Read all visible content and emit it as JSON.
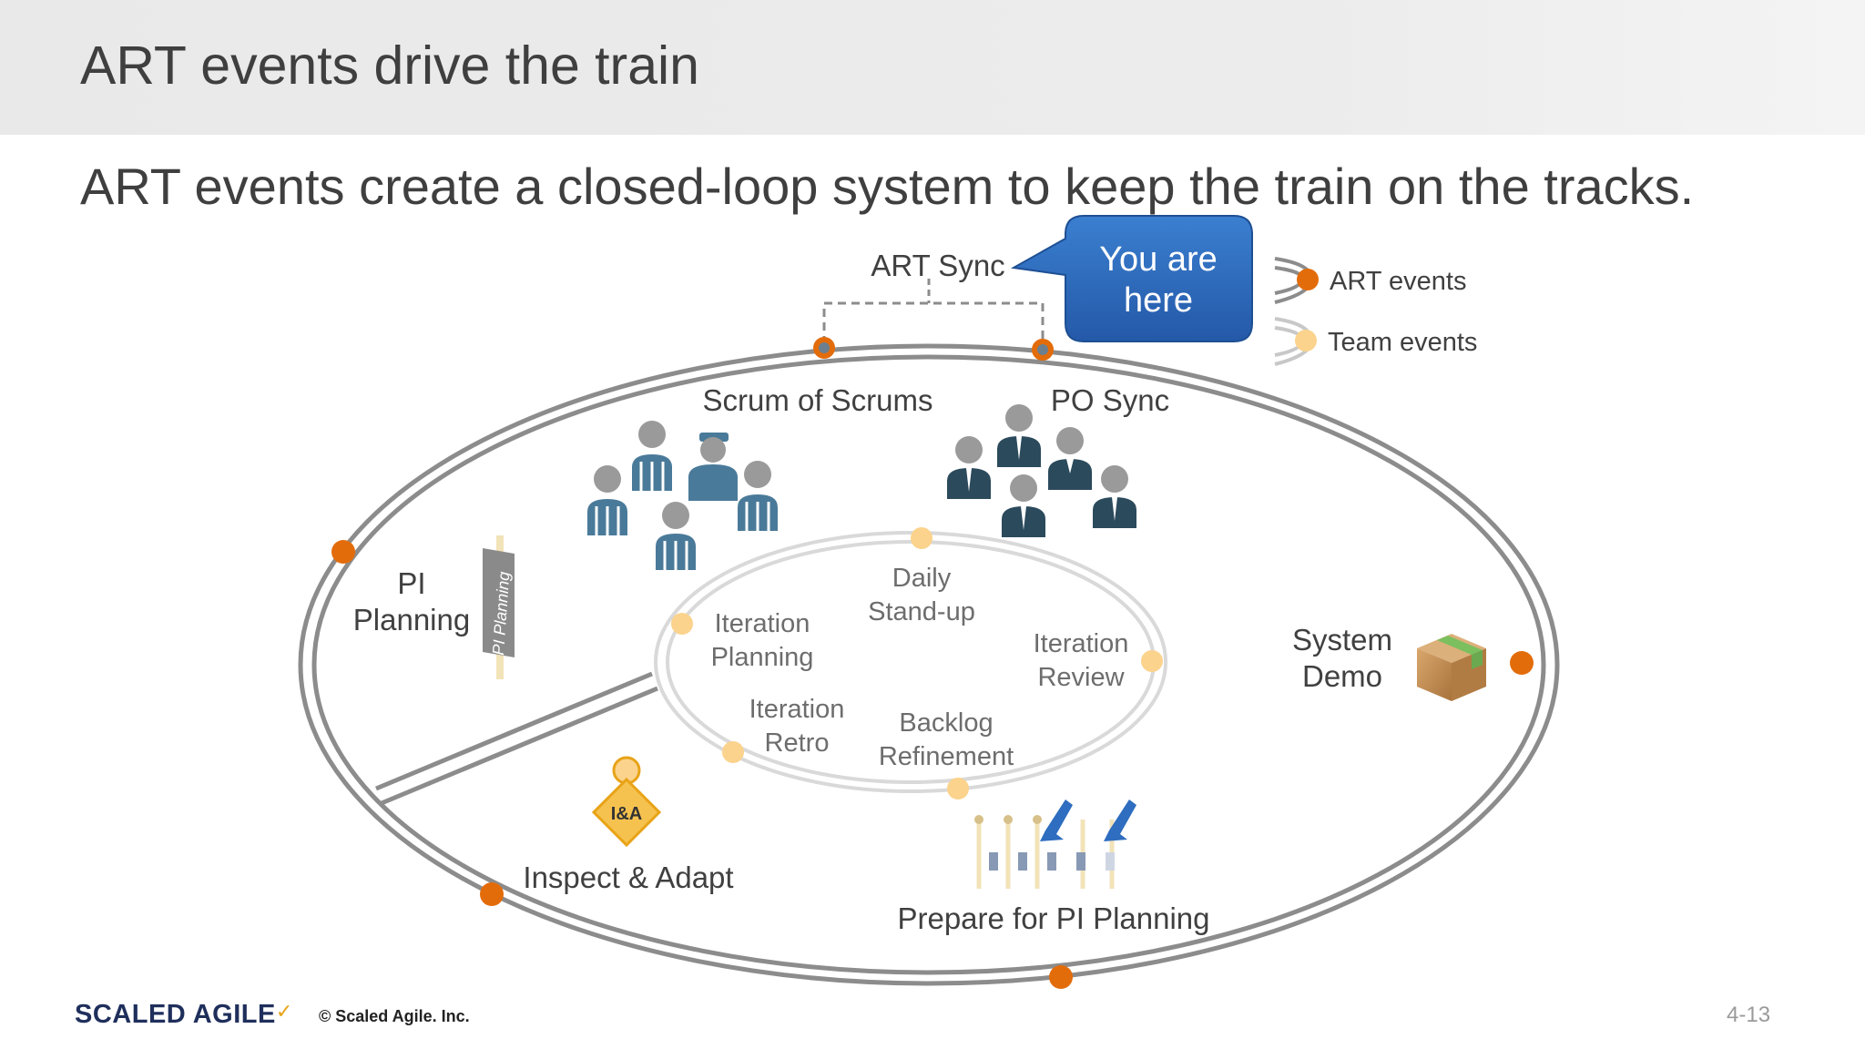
{
  "slide": {
    "title": "ART events drive the train",
    "subtitle": "ART events create a closed-loop system to keep the train on the tracks."
  },
  "callout": {
    "line1": "You are",
    "line2": "here"
  },
  "legend": {
    "art_events": "ART events",
    "team_events": "Team events"
  },
  "art_events": {
    "art_sync": "ART Sync",
    "scrum_of_scrums": "Scrum of Scrums",
    "po_sync": "PO Sync",
    "pi_planning_line1": "PI",
    "pi_planning_line2": "Planning",
    "pi_planning_sign": "PI Planning",
    "system_demo_line1": "System",
    "system_demo_line2": "Demo",
    "inspect_adapt": "Inspect & Adapt",
    "ia_badge": "I&A",
    "prepare_pi_planning": "Prepare for PI Planning"
  },
  "team_events": {
    "daily_line1": "Daily",
    "daily_line2": "Stand-up",
    "iter_planning_line1": "Iteration",
    "iter_planning_line2": "Planning",
    "iter_review_line1": "Iteration",
    "iter_review_line2": "Review",
    "iter_retro_line1": "Iteration",
    "iter_retro_line2": "Retro",
    "backlog_line1": "Backlog",
    "backlog_line2": "Refinement"
  },
  "colors": {
    "art_event_dot": "#e36c0a",
    "team_event_dot": "#fbd38d",
    "callout_fill": "#2e6dbf",
    "track": "#8c8c8c",
    "people_dark": "#2b4a5c",
    "people_stripe": "#4a7a99",
    "box": "#c9935a"
  },
  "footer": {
    "logo": "SCALED AGILE",
    "copyright": "© Scaled Agile. Inc.",
    "page": "4-13"
  }
}
